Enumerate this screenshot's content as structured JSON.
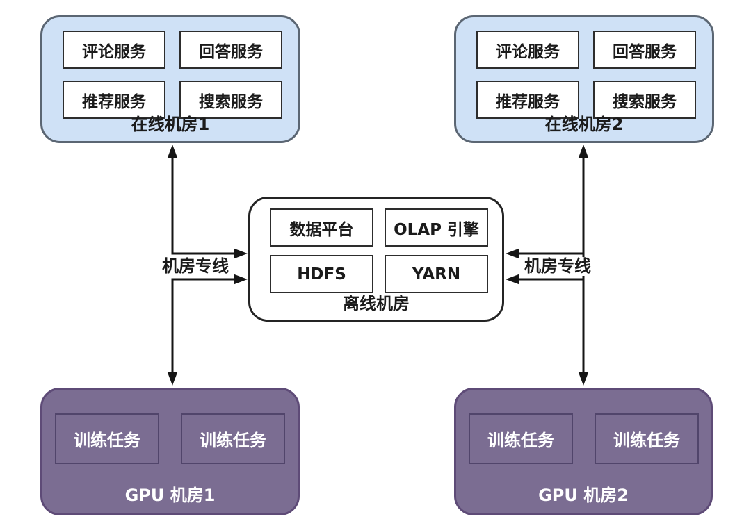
{
  "online_dc1": {
    "caption": "在线机房1",
    "services": [
      "评论服务",
      "回答服务",
      "推荐服务",
      "搜索服务"
    ]
  },
  "online_dc2": {
    "caption": "在线机房2",
    "services": [
      "评论服务",
      "回答服务",
      "推荐服务",
      "搜索服务"
    ]
  },
  "offline_dc": {
    "caption": "离线机房",
    "components": [
      "数据平台",
      "OLAP 引擎",
      "HDFS",
      "YARN"
    ]
  },
  "gpu_dc1": {
    "caption": "GPU 机房1",
    "tasks": [
      "训练任务",
      "训练任务"
    ]
  },
  "gpu_dc2": {
    "caption": "GPU 机房2",
    "tasks": [
      "训练任务",
      "训练任务"
    ]
  },
  "links": {
    "left_label": "机房专线",
    "right_label": "机房专线"
  },
  "colors": {
    "online_fill": "#cfe1f6",
    "online_border": "#5b6673",
    "offline_fill": "#ffffff",
    "offline_border": "#242424",
    "gpu_fill": "#7b6d92",
    "gpu_border": "#5e4b77",
    "gpu_inner_border": "#51456b",
    "service_border": "#2d2d2d",
    "arrow": "#151515"
  }
}
